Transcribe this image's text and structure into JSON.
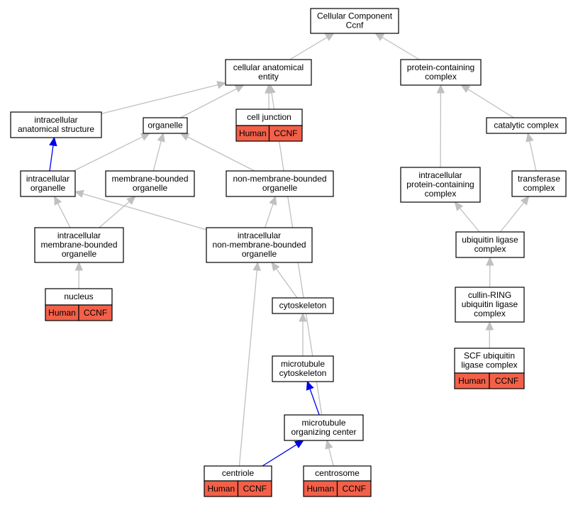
{
  "diagram": {
    "nodes": [
      {
        "id": "root",
        "lines": [
          "Cellular Component",
          "Ccnf"
        ]
      },
      {
        "id": "cae",
        "lines": [
          "cellular anatomical",
          "entity"
        ]
      },
      {
        "id": "pcc",
        "lines": [
          "protein-containing",
          "complex"
        ]
      },
      {
        "id": "ias",
        "lines": [
          "intracellular",
          "anatomical structure"
        ]
      },
      {
        "id": "org",
        "lines": [
          "organelle"
        ]
      },
      {
        "id": "cj",
        "lines": [
          "cell junction"
        ],
        "tags": [
          "Human",
          "CCNF"
        ]
      },
      {
        "id": "cat",
        "lines": [
          "catalytic complex"
        ]
      },
      {
        "id": "io",
        "lines": [
          "intracellular",
          "organelle"
        ]
      },
      {
        "id": "mbo",
        "lines": [
          "membrane-bounded",
          "organelle"
        ]
      },
      {
        "id": "nmbo",
        "lines": [
          "non-membrane-bounded",
          "organelle"
        ]
      },
      {
        "id": "ipcc",
        "lines": [
          "intracellular",
          "protein-containing",
          "complex"
        ]
      },
      {
        "id": "trc",
        "lines": [
          "transferase",
          "complex"
        ]
      },
      {
        "id": "imbo",
        "lines": [
          "intracellular",
          "membrane-bounded",
          "organelle"
        ]
      },
      {
        "id": "inmbo",
        "lines": [
          "intracellular",
          "non-membrane-bounded",
          "organelle"
        ]
      },
      {
        "id": "ulc",
        "lines": [
          "ubiquitin ligase",
          "complex"
        ]
      },
      {
        "id": "nuc",
        "lines": [
          "nucleus"
        ],
        "tags": [
          "Human",
          "CCNF"
        ]
      },
      {
        "id": "cyt",
        "lines": [
          "cytoskeleton"
        ]
      },
      {
        "id": "crl",
        "lines": [
          "cullin-RING",
          "ubiquitin ligase",
          "complex"
        ]
      },
      {
        "id": "mtc",
        "lines": [
          "microtubule",
          "cytoskeleton"
        ]
      },
      {
        "id": "scf",
        "lines": [
          "SCF ubiquitin",
          "ligase complex"
        ],
        "tags": [
          "Human",
          "CCNF"
        ]
      },
      {
        "id": "mtoc",
        "lines": [
          "microtubule",
          "organizing center"
        ]
      },
      {
        "id": "cen",
        "lines": [
          "centriole"
        ],
        "tags": [
          "Human",
          "CCNF"
        ]
      },
      {
        "id": "csm",
        "lines": [
          "centrosome"
        ],
        "tags": [
          "Human",
          "CCNF"
        ]
      }
    ],
    "edges": [
      {
        "from": "cae",
        "to": "root",
        "color": "gray"
      },
      {
        "from": "pcc",
        "to": "root",
        "color": "gray"
      },
      {
        "from": "ias",
        "to": "cae",
        "color": "gray"
      },
      {
        "from": "org",
        "to": "cae",
        "color": "gray"
      },
      {
        "from": "cj",
        "to": "cae",
        "color": "gray"
      },
      {
        "from": "mtoc",
        "to": "cae",
        "color": "gray"
      },
      {
        "from": "cat",
        "to": "pcc",
        "color": "gray"
      },
      {
        "from": "ipcc",
        "to": "pcc",
        "color": "gray"
      },
      {
        "from": "io",
        "to": "ias",
        "color": "blue"
      },
      {
        "from": "io",
        "to": "org",
        "color": "gray"
      },
      {
        "from": "mbo",
        "to": "org",
        "color": "gray"
      },
      {
        "from": "nmbo",
        "to": "org",
        "color": "gray"
      },
      {
        "from": "trc",
        "to": "cat",
        "color": "gray"
      },
      {
        "from": "imbo",
        "to": "io",
        "color": "gray"
      },
      {
        "from": "inmbo",
        "to": "io",
        "color": "gray"
      },
      {
        "from": "imbo",
        "to": "mbo",
        "color": "gray"
      },
      {
        "from": "inmbo",
        "to": "nmbo",
        "color": "gray"
      },
      {
        "from": "ulc",
        "to": "ipcc",
        "color": "gray"
      },
      {
        "from": "ulc",
        "to": "trc",
        "color": "gray"
      },
      {
        "from": "nuc",
        "to": "imbo",
        "color": "gray"
      },
      {
        "from": "cyt",
        "to": "inmbo",
        "color": "gray"
      },
      {
        "from": "cen",
        "to": "inmbo",
        "color": "gray"
      },
      {
        "from": "crl",
        "to": "ulc",
        "color": "gray"
      },
      {
        "from": "mtc",
        "to": "cyt",
        "color": "gray"
      },
      {
        "from": "scf",
        "to": "crl",
        "color": "gray"
      },
      {
        "from": "mtoc",
        "to": "mtc",
        "color": "blue"
      },
      {
        "from": "cen",
        "to": "mtoc",
        "color": "blue"
      },
      {
        "from": "csm",
        "to": "mtoc",
        "color": "gray"
      }
    ]
  }
}
